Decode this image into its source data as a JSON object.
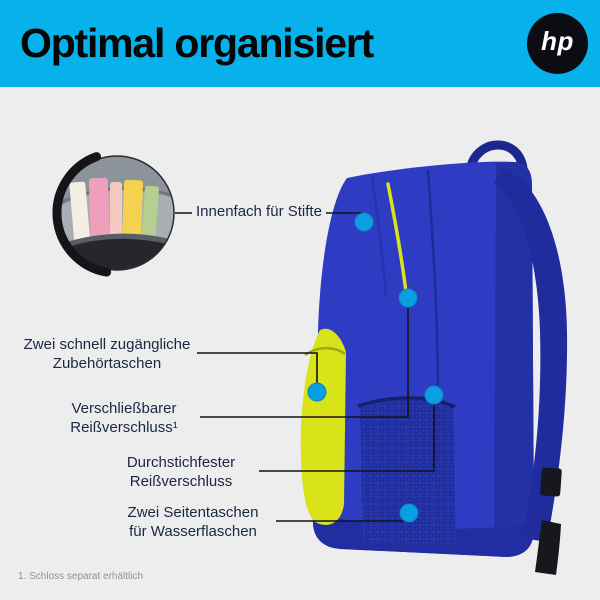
{
  "header": {
    "title": "Optimal organisiert",
    "logo": "hp"
  },
  "callouts": {
    "pen_pocket": {
      "label": "Innenfach für Stifte"
    },
    "accessory_pockets": {
      "line1": "Zwei schnell zugängliche",
      "line2": "Zubehörtaschen"
    },
    "lockable_zipper": {
      "line1": "Verschließbarer",
      "line2": "Reißverschluss¹"
    },
    "puncture_zipper": {
      "line1": "Durchstichfester",
      "line2": "Reißverschluss"
    },
    "side_pockets": {
      "line1": "Zwei Seitentaschen",
      "line2": "für Wasserflaschen"
    }
  },
  "footnote": "1. Schloss separat erhältlich",
  "colors": {
    "header_bg": "#06b2e9",
    "body_bg": "#ededee",
    "label_text": "#1a2742",
    "callout_dot": "#0a9fe0",
    "callout_line": "#131316",
    "backpack_blue": "#2d3cc3",
    "accent_lime": "#d8e31a",
    "logo_bg": "#0c0c13",
    "logo_text_color": "#ffffff"
  }
}
